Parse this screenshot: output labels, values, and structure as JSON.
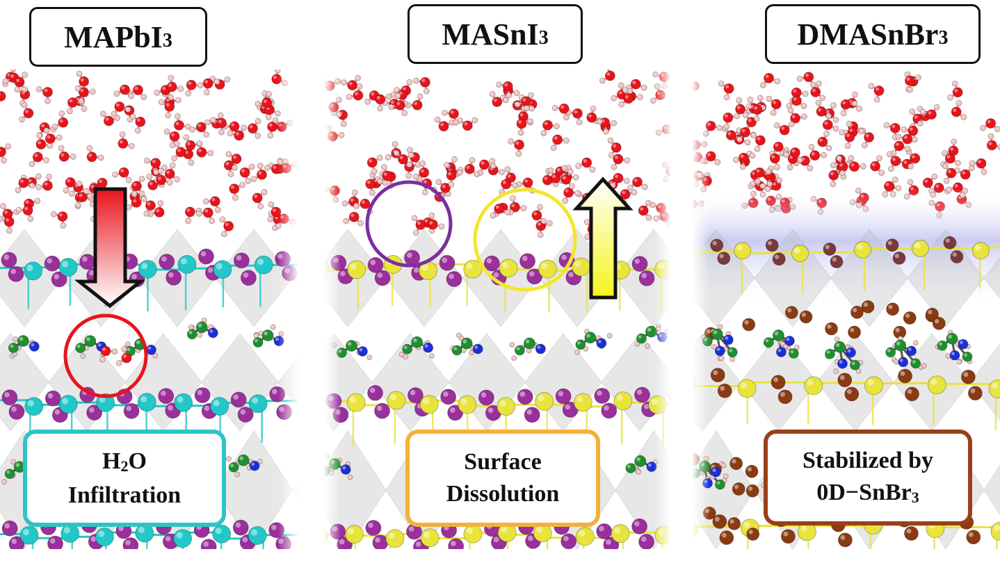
{
  "panels": [
    {
      "title": {
        "main": "MAPbI",
        "sub": "3"
      },
      "label": {
        "line1_pre": "H",
        "line1_sub": "2",
        "line1_post": "O",
        "line2": "Infiltration"
      },
      "label_color": "#2ec4c4",
      "metal_color": "#22c8c8",
      "halide_color": "#9b2f9b"
    },
    {
      "title": {
        "main": "MASnI",
        "sub": "3"
      },
      "label": {
        "line1": "Surface",
        "line2": "Dissolution"
      },
      "label_color": "#f3b13a",
      "metal_color": "#e8e43c",
      "halide_color": "#9b2f9b"
    },
    {
      "title": {
        "main": "DMASnBr",
        "sub": "3"
      },
      "label": {
        "line1": "Stabilized by",
        "line2_pre": "0D−SnBr",
        "line2_sub": "3"
      },
      "label_color": "#9a3f1a",
      "metal_color": "#e8e43c",
      "halide_color": "#8b3a12"
    }
  ],
  "colors": {
    "oxygen": "#e8141c",
    "hydrogen": "#f2c4c4",
    "carbon": "#1f8f2f",
    "nitrogen": "#1c2fd6",
    "highlight_red": "#e8141c",
    "highlight_purple": "#7a2fa0",
    "highlight_yellow": "#f5e52a",
    "halo": "#b9b9f0"
  },
  "icons": [
    "down-arrow-icon",
    "up-arrow-icon"
  ]
}
